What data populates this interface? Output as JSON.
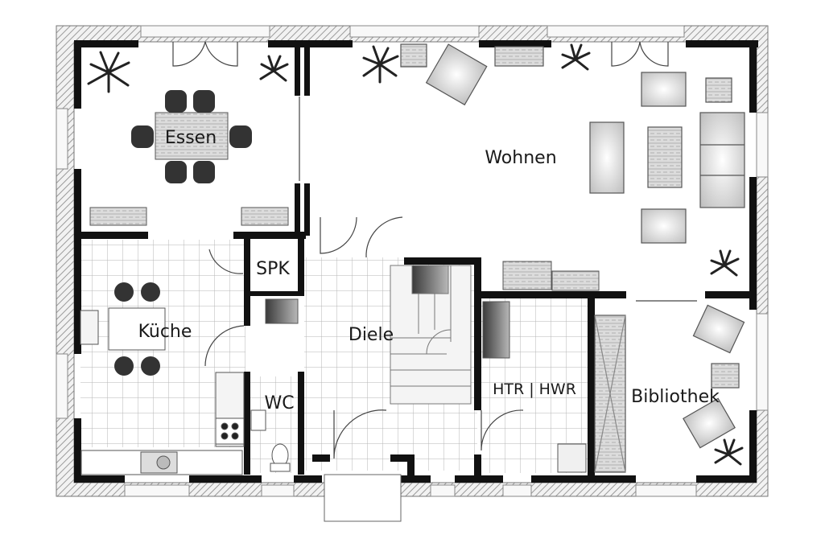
{
  "rooms": {
    "essen": "Essen",
    "wohnen": "Wohnen",
    "spk": "SPK",
    "kueche": "Küche",
    "diele": "Diele",
    "wc": "WC",
    "htr_hwr": "HTR | HWR",
    "bibliothek": "Bibliothek"
  },
  "colors": {
    "wall": "#111111",
    "outer_wall_hatch": "#c9c9c9",
    "tile_grid": "#b5b5b5",
    "furniture_stroke": "#555555",
    "chair_fill": "#333333",
    "wood_fill": "#d9d9d9",
    "label_text": "#1a1a1a"
  }
}
